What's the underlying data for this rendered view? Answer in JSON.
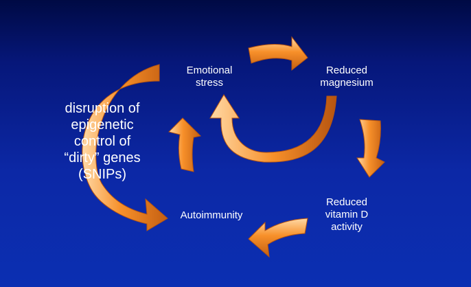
{
  "diagram": {
    "nodes": {
      "emotional_stress": "Emotional\nstress",
      "reduced_magnesium": "Reduced\nmagnesium",
      "reduced_vitamin_d": "Reduced\nvitamin D\nactivity",
      "autoimmunity": "Autoimmunity"
    },
    "side_note": "disruption of\nepigenetic\ncontrol of\n“dirty” genes\n(SNIPs)",
    "colors": {
      "arrow_fill": "#f7902a",
      "arrow_highlight": "#ffd9a6",
      "arrow_shadow": "#b65410",
      "background_top": "#000a44",
      "background_bottom": "#0b2fb2",
      "text": "#ffffff"
    }
  }
}
